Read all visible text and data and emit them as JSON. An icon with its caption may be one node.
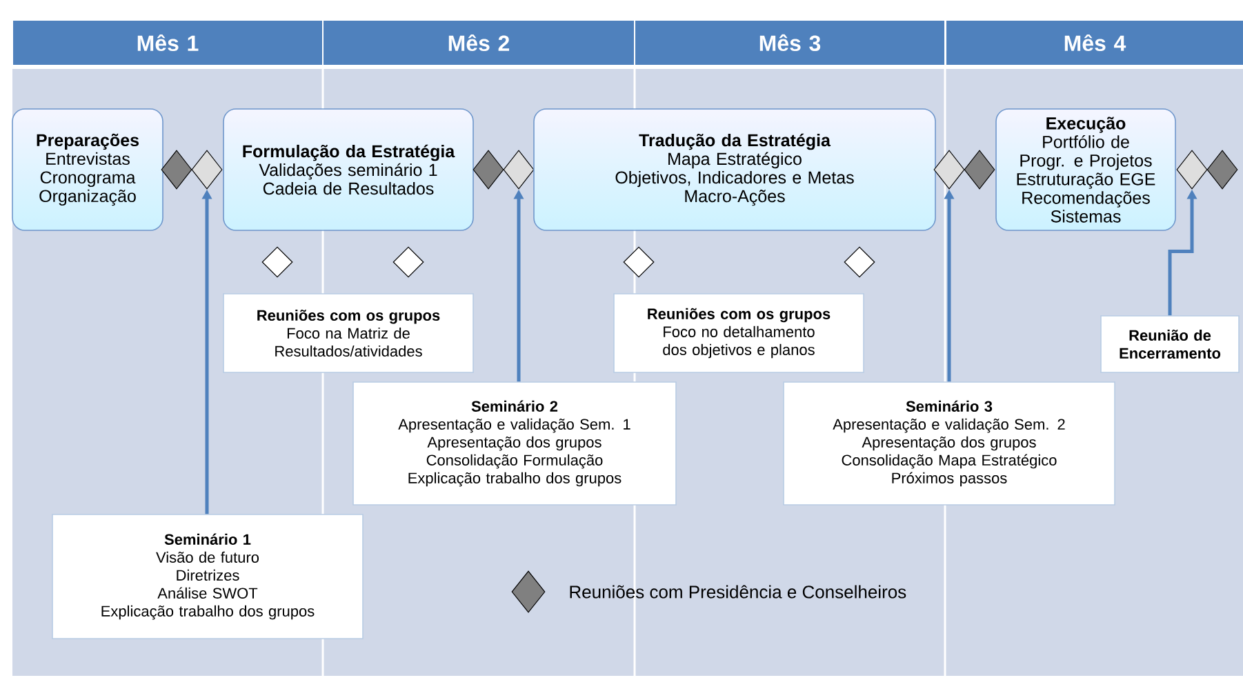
{
  "diagram": {
    "nodes": [
      {
        "text": [
          "Mês 1"
        ]
      },
      {
        "text": [
          "Mês 2"
        ]
      },
      {
        "text": [
          "Mês 3"
        ]
      },
      {
        "text": [
          "Mês 4"
        ]
      },
      {
        "text": [
          "Preparações",
          "Entrevistas",
          "Cronograma",
          "Organização"
        ]
      },
      {
        "text": [],
        "shape": "diamond"
      },
      {
        "text": [],
        "shape": "diamond"
      },
      {
        "text": [
          "Formulação da Estratégia",
          "Validações seminário 1",
          "Cadeia de Resultados"
        ]
      },
      {
        "text": [],
        "shape": "diamond"
      },
      {
        "text": [],
        "shape": "diamond"
      },
      {
        "text": [
          "Tradução da Estratégia",
          "Mapa Estratégico",
          "Objetivos, Indicadores e Metas",
          "Macro-Ações"
        ]
      },
      {
        "text": [],
        "shape": "diamond"
      },
      {
        "text": [],
        "shape": "diamond"
      },
      {
        "text": [
          "Execução",
          "Portfólio de Progr. e Projetos",
          "Estruturação EGE",
          "Recomendações",
          "Sistemas"
        ]
      },
      {
        "text": [],
        "shape": "diamond"
      },
      {
        "text": [],
        "shape": "diamond"
      },
      {
        "text": [],
        "shape": "diamond"
      },
      {
        "text": [],
        "shape": "diamond"
      },
      {
        "text": [],
        "shape": "diamond"
      },
      {
        "text": [],
        "shape": "diamond"
      },
      {
        "text": [
          "Reuniões com os grupos",
          "Foco na Matriz de Resultados/atividades"
        ]
      },
      {
        "text": [
          "Reuniões com os grupos",
          "Foco no detalhamento dos objetivos e planos"
        ]
      },
      {
        "text": [
          "Reunião de Encerramento"
        ]
      },
      {
        "text": [
          "Seminário 2",
          "Apresentação e validação Sem. 1",
          "Apresentação dos grupos",
          "Consolidação Formulação",
          "Explicação trabalho dos grupos"
        ]
      },
      {
        "text": [
          "Seminário 3",
          "Apresentação e validação Sem. 2",
          "Apresentação dos grupos",
          "Consolidação Mapa Estratégico",
          "Próximos passos"
        ]
      },
      {
        "text": [
          "Seminário 1",
          "Visão de futuro",
          "Diretrizes",
          "Análise SWOT",
          "Explicação trabalho dos grupos"
        ]
      }
    ],
    "edges": [
      {
        "from": 25,
        "to": 6,
        "arrow": "to"
      },
      {
        "from": 23,
        "to": 9,
        "arrow": "to"
      },
      {
        "from": 24,
        "to": 11,
        "arrow": "to"
      },
      {
        "from": 22,
        "to": 14,
        "arrow": "to"
      }
    ],
    "legend": [
      {
        "text": "Reuniões com Presidência e Conselheiros"
      }
    ]
  }
}
